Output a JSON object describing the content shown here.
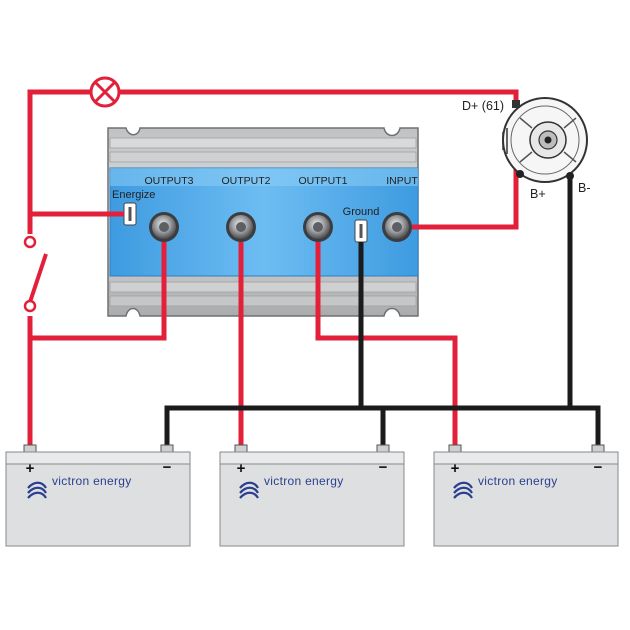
{
  "isolator": {
    "terminals": {
      "output3": "OUTPUT3",
      "output2": "OUTPUT2",
      "output1": "OUTPUT1",
      "input": "INPUT"
    },
    "energize_label": "Energize",
    "ground_label": "Ground"
  },
  "alternator": {
    "d_plus_label": "D+ (61)",
    "b_plus_label": "B+",
    "b_minus_label": "B-"
  },
  "batteries": [
    {
      "brand": "victron energy",
      "plus": "+",
      "minus": "−"
    },
    {
      "brand": "victron energy",
      "plus": "+",
      "minus": "−"
    },
    {
      "brand": "victron energy",
      "plus": "+",
      "minus": "−"
    }
  ],
  "colors": {
    "positive_wire": "#e3203a",
    "negative_wire": "#1b1b1b",
    "isolator_blue": "#4fa8e8",
    "housing_grey": "#c9cbcd",
    "battery_grey": "#dedfe0",
    "brand_blue": "#2a3f8f"
  }
}
